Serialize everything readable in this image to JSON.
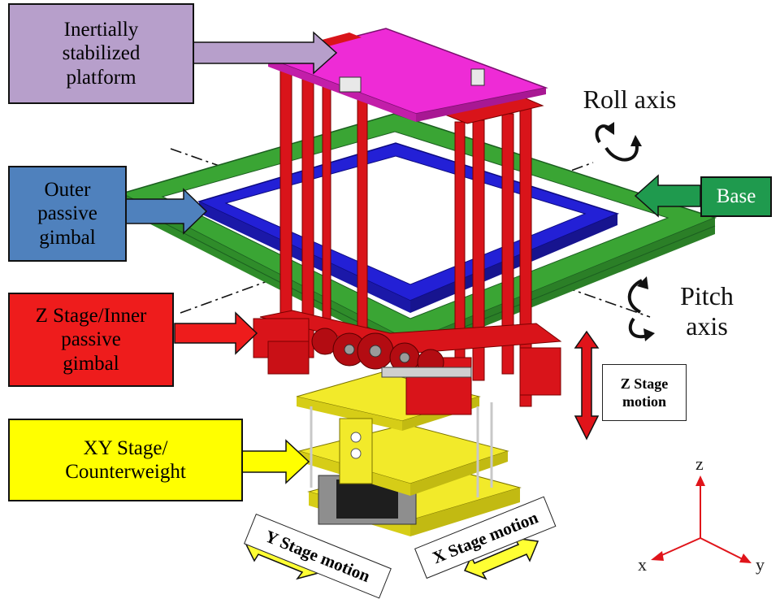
{
  "labels": {
    "platform": [
      "Inertially",
      "stabilized",
      "platform"
    ],
    "outer_gimbal": [
      "Outer",
      "passive",
      "gimbal"
    ],
    "z_stage": [
      "Z Stage/Inner",
      "passive",
      "gimbal"
    ],
    "xy_stage": [
      "XY Stage/",
      "Counterweight"
    ],
    "base": "Base",
    "roll_axis": "Roll axis",
    "pitch_axis": [
      "Pitch",
      "axis"
    ],
    "z_motion": [
      "Z Stage",
      "motion"
    ],
    "y_motion": "Y Stage motion",
    "x_motion": "X Stage motion",
    "axes": {
      "z": "z",
      "x": "x",
      "y": "y"
    }
  },
  "colors": {
    "platform_box": "#b79fcb",
    "outer_gimbal_box": "#4f81bd",
    "z_stage_box": "#ee1c1c",
    "xy_stage_box": "#ffff00",
    "base_box": "#1f9a4e",
    "platform": "#ee2bd6",
    "frame_red": "#d9141a",
    "gimbal_green": "#3aa534",
    "gimbal_blue": "#2320d6",
    "stage_yellow": "#f2ea2a",
    "arrow_yellow": "#ffff33",
    "arrow_red": "#e0141a",
    "axes_red": "#e0141a"
  }
}
